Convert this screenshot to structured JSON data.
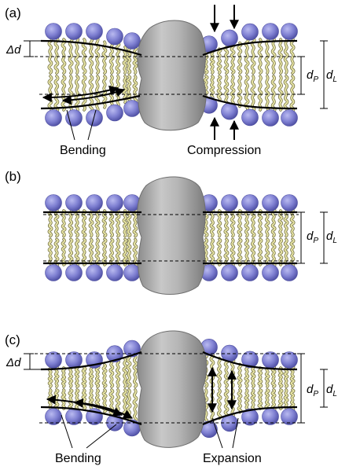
{
  "colors": {
    "headgroup": "#7f80d2",
    "headgroup_shadow": "#4b4ca0",
    "tail": "#e6e3a3",
    "tail_outline": "#77744a",
    "protein": "#a9a9a9",
    "line": "#000000"
  },
  "panels": [
    {
      "label": "(a)",
      "left_annotation": "Δd",
      "captions": [
        "Bending",
        "Compression"
      ],
      "thickness_labels": {
        "protein": "d",
        "protein_sub": "P",
        "lipid": "d",
        "lipid_sub": "L"
      }
    },
    {
      "label": "(b)",
      "thickness_labels": {
        "protein": "d",
        "protein_sub": "P",
        "lipid": "d",
        "lipid_sub": "L"
      }
    },
    {
      "label": "(c)",
      "left_annotation": "Δd",
      "captions": [
        "Bending",
        "Expansion"
      ],
      "thickness_labels": {
        "protein": "d",
        "protein_sub": "P",
        "lipid": "d",
        "lipid_sub": "L"
      }
    }
  ]
}
